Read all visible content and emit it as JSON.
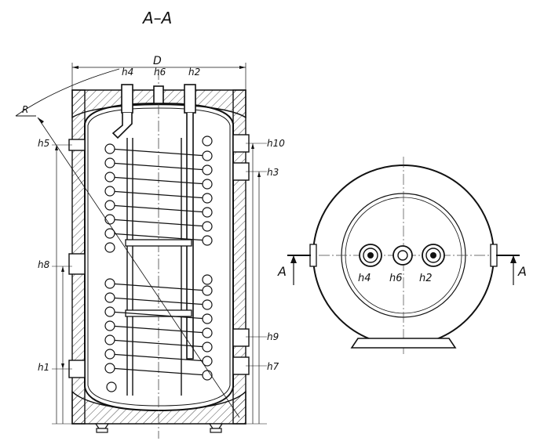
{
  "section_title": "A–A",
  "dimension_D": "D",
  "radius_R": "R",
  "side_view": {
    "top_labels": [
      "h4",
      "h6",
      "h2"
    ],
    "left_labels": [
      "h5",
      "h8",
      "h1"
    ],
    "right_labels": [
      "h10",
      "h3",
      "h9",
      "h7"
    ]
  },
  "end_view": {
    "port_labels": [
      "h4",
      "h6",
      "h2"
    ],
    "section_marker": "A"
  }
}
